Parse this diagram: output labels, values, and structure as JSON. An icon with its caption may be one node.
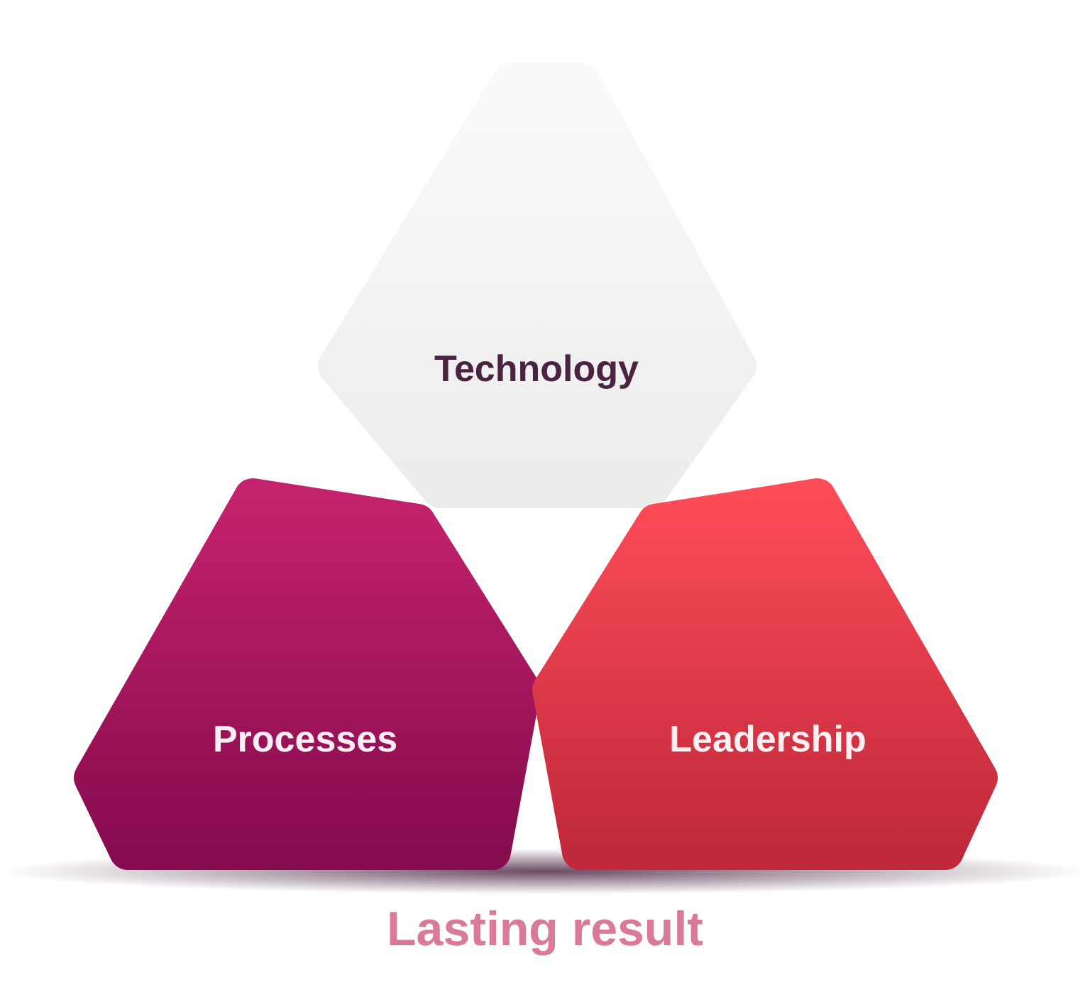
{
  "diagram": {
    "nodes": [
      {
        "text": [
          "Technology"
        ]
      },
      {
        "text": [
          "Processes"
        ]
      },
      {
        "text": [
          "Leadership"
        ]
      }
    ],
    "labels": [
      "Lasting result"
    ]
  }
}
